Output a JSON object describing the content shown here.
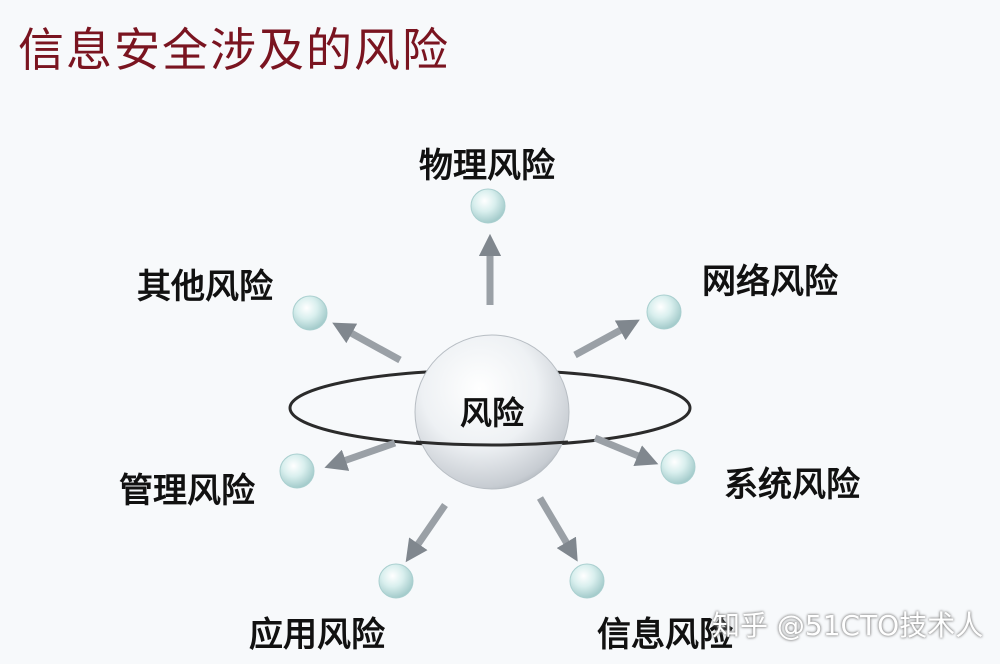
{
  "title": "信息安全涉及的风险",
  "center": "风险",
  "nodes": {
    "physical": "物理风险",
    "network": "网络风险",
    "system": "系统风险",
    "information": "信息风险",
    "application": "应用风险",
    "management": "管理风险",
    "other": "其他风险"
  },
  "watermark": "知乎 @51CTO技术人",
  "colors": {
    "title": "#7a1420",
    "arrow": "#8a8f95",
    "node": "#cde8e8"
  }
}
